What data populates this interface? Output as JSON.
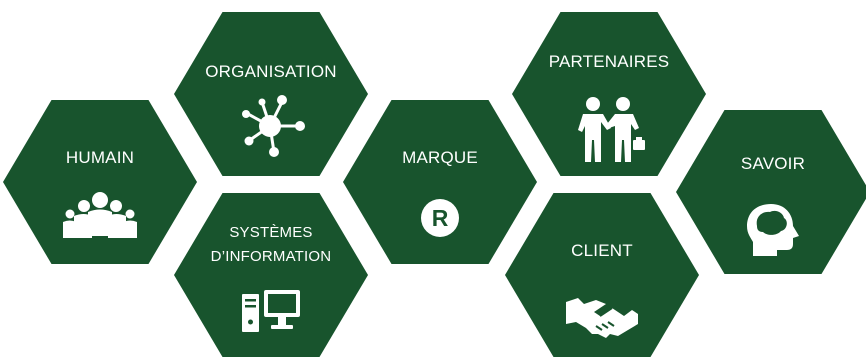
{
  "colors": {
    "hexagon_fill": "#18542d",
    "icon": "#ffffff",
    "background": "#ffffff"
  },
  "hexagons": [
    {
      "id": "humain",
      "label": "HUMAIN",
      "icon": "people-group-icon"
    },
    {
      "id": "organisation",
      "label": "ORGANISATION",
      "icon": "network-nodes-icon"
    },
    {
      "id": "systemes",
      "label_line1": "SYSTÈMES",
      "label_line2": "D’INFORMATION",
      "icon": "desktop-computer-icon"
    },
    {
      "id": "marque",
      "label": "MARQUE",
      "icon": "registered-brand-icon"
    },
    {
      "id": "partenaires",
      "label": "PARTENAIRES",
      "icon": "business-partners-icon"
    },
    {
      "id": "client",
      "label": "CLIENT",
      "icon": "handshake-icon"
    },
    {
      "id": "savoir",
      "label": "SAVOIR",
      "icon": "brain-head-icon"
    }
  ]
}
